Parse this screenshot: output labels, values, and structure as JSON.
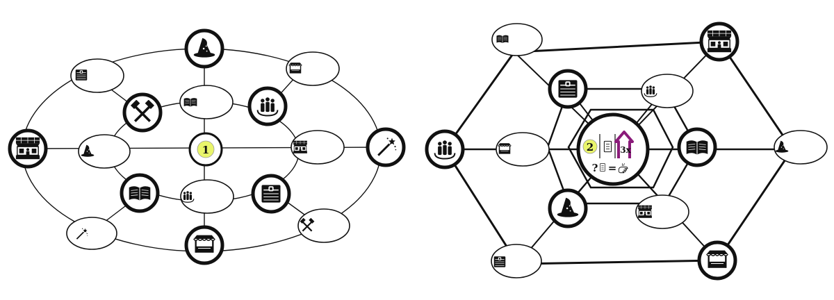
{
  "colors": {
    "ink": "#111111",
    "start_space": "#e9f56b",
    "upgrade_arrow": "#8a1b7a",
    "background": "#ffffff"
  },
  "board_left": {
    "start_label": "1",
    "spaces": [
      {
        "id": "L1",
        "type": "ring",
        "icon": "wizard-hat-icon"
      },
      {
        "id": "L2",
        "type": "oval",
        "icon": "treasure-chest-icon"
      },
      {
        "id": "L3",
        "type": "oval",
        "icon": "market-stall-icon"
      },
      {
        "id": "L4",
        "type": "ring",
        "icon": "crossed-hammers-icon"
      },
      {
        "id": "L5",
        "type": "oval",
        "icon": "spell-book-icon"
      },
      {
        "id": "L6",
        "type": "ring",
        "icon": "worker-group-icon"
      },
      {
        "id": "L7",
        "type": "ring",
        "icon": "castle-shop-icon"
      },
      {
        "id": "L8",
        "type": "oval",
        "icon": "wizard-hat-icon"
      },
      {
        "id": "L9",
        "type": "start",
        "icon": "start-space-icon"
      },
      {
        "id": "L10",
        "type": "oval",
        "icon": "castle-shop-icon"
      },
      {
        "id": "L11",
        "type": "ring",
        "icon": "magic-wand-icon"
      },
      {
        "id": "L12",
        "type": "ring",
        "icon": "spell-book-icon"
      },
      {
        "id": "L13",
        "type": "oval",
        "icon": "worker-group-icon"
      },
      {
        "id": "L14",
        "type": "ring",
        "icon": "treasure-chest-icon"
      },
      {
        "id": "L15",
        "type": "oval",
        "icon": "magic-wand-icon"
      },
      {
        "id": "L16",
        "type": "oval",
        "icon": "crossed-hammers-icon"
      },
      {
        "id": "L17",
        "type": "ring",
        "icon": "market-stall-icon"
      }
    ]
  },
  "board_right": {
    "start_label": "2",
    "upgrade_label": "3x",
    "rule_question": "?",
    "rule_equals": "=",
    "spaces": [
      {
        "id": "R1",
        "type": "oval",
        "icon": "spell-book-icon"
      },
      {
        "id": "R2",
        "type": "ring",
        "icon": "castle-shop-icon"
      },
      {
        "id": "R3",
        "type": "ring",
        "icon": "treasure-chest-icon"
      },
      {
        "id": "R4",
        "type": "oval",
        "icon": "worker-group-icon"
      },
      {
        "id": "R5",
        "type": "ring",
        "icon": "worker-group-icon"
      },
      {
        "id": "R6",
        "type": "oval",
        "icon": "market-stall-icon"
      },
      {
        "id": "R7",
        "type": "center",
        "icon": "start-space-icon"
      },
      {
        "id": "R8",
        "type": "ring",
        "icon": "spell-book-icon"
      },
      {
        "id": "R9",
        "type": "oval",
        "icon": "wizard-hat-icon"
      },
      {
        "id": "R10",
        "type": "ring",
        "icon": "wizard-hat-icon"
      },
      {
        "id": "R11",
        "type": "oval",
        "icon": "castle-shop-icon"
      },
      {
        "id": "R12",
        "type": "oval",
        "icon": "treasure-chest-icon"
      },
      {
        "id": "R13",
        "type": "ring",
        "icon": "market-stall-icon"
      }
    ]
  }
}
